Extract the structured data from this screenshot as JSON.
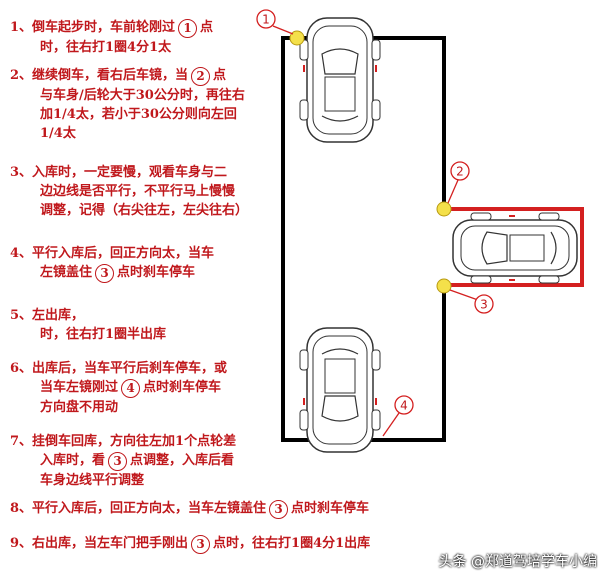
{
  "steps": [
    {
      "lines": [
        [
          "1、倒车起步时，车前轮刚过",
          {
            "point": "1"
          },
          "点"
        ],
        [
          "时，往右打1圈4分1太"
        ]
      ]
    },
    {
      "lines": [
        [
          "2、继续倒车，看右后车镜，当",
          {
            "point": "2"
          },
          "点"
        ],
        [
          "与车身/后轮大于30公分时，再往右"
        ],
        [
          "加1/4太，若小于30公分则向左回"
        ],
        [
          "1/4太"
        ]
      ]
    },
    {
      "lines": [
        [
          "3、入库时，一定要慢，观看车身与二"
        ],
        [
          "边边线是否平行，不平行马上慢慢"
        ],
        [
          "调整，记得（右尖往左，左尖往右）"
        ]
      ]
    },
    {
      "lines": [
        [
          "4、平行入库后，回正方向太，当车"
        ],
        [
          "左镜盖住",
          {
            "point": "3"
          },
          "点时刹车停车"
        ]
      ]
    },
    {
      "lines": [
        [
          "5、左出库，"
        ],
        [
          "时，往右打1圈半出库"
        ]
      ]
    },
    {
      "lines": [
        [
          "6、出库后，当车平行后刹车停车，或"
        ],
        [
          "当车左镜刚过",
          {
            "point": "4"
          },
          "点时刹车停车"
        ],
        [
          "方向盘不用动"
        ]
      ]
    },
    {
      "lines": [
        [
          "7、挂倒车回库，方向往左加1个点轮差"
        ],
        [
          "入库时，看",
          {
            "point": "3"
          },
          "点调整，入库后看"
        ],
        [
          "车身边线平行调整"
        ]
      ]
    },
    {
      "lines": [
        [
          "8、平行入库后，回正方向太，当车左镜盖住",
          {
            "point": "3"
          },
          "点时刹车停车"
        ]
      ]
    },
    {
      "lines": [
        [
          "9、右出库，当左车门把手刚出",
          {
            "point": "3"
          },
          "点时，往右打1圈4分1出库"
        ]
      ]
    }
  ],
  "point_labels": [
    "1",
    "2",
    "3",
    "4"
  ],
  "watermark": "头条 @郑道驾培学车小编",
  "colors": {
    "text": "#c0181c",
    "line_black": "#000000",
    "line_red": "#d42020",
    "marker": "#f4e04a",
    "car": "#333333"
  }
}
